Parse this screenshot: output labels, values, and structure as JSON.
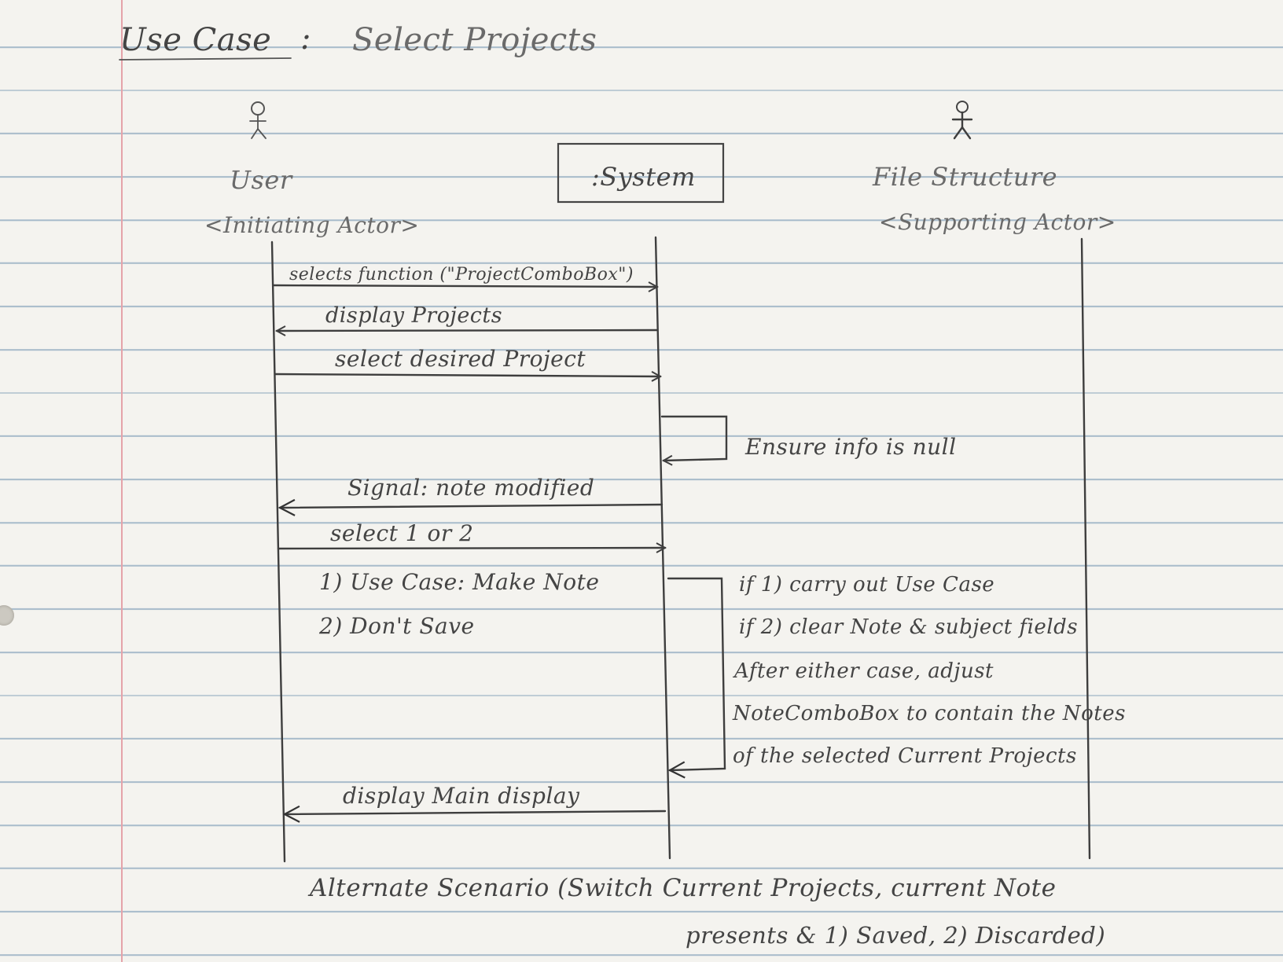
{
  "title": {
    "prefix": "Use Case",
    "sep": ":",
    "name": "Select Projects"
  },
  "actors": {
    "user": {
      "name": "User",
      "role": "<Initiating Actor>"
    },
    "system": {
      "name": ":System"
    },
    "file_structure": {
      "name": "File Structure",
      "role": "<Supporting Actor>"
    }
  },
  "messages": [
    "selects function (\"ProjectComboBox\")",
    "display Projects",
    "select desired Project",
    "Signal: note modified",
    "select 1 or 2",
    "display Main display"
  ],
  "self_notes": {
    "ensure": "Ensure info is null",
    "lines": [
      "if 1) carry out Use Case",
      "if 2) clear Note & subject fields",
      "After either case, adjust",
      "NoteComboBox to contain the Notes",
      "of the selected Current Projects"
    ]
  },
  "options": [
    "1) Use Case: Make Note",
    "2) Don't Save"
  ],
  "footer": {
    "line1": "Alternate Scenario (Switch Current Projects, current Note",
    "line2": "presents & 1) Saved, 2) Discarded)"
  }
}
